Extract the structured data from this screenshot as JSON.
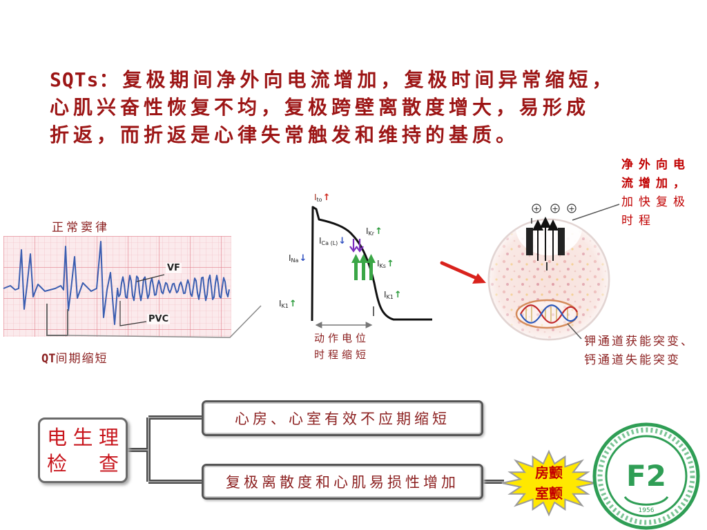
{
  "heading": {
    "prefix": "SQTs",
    "line1": "：复极期间净外向电流增加，复极时间异常缩短，",
    "line2": "心肌兴奋性恢复不均，复极跨壁离散度增大，易形成",
    "line3": "折返，而折返是心律失常触发和维持的基质。"
  },
  "callout_current": {
    "lines_bold": [
      "净外向电",
      "流增加，"
    ],
    "lines": [
      "加快复极",
      "时程"
    ]
  },
  "ecg": {
    "title": "正常窦律",
    "vf_label": "VF",
    "pvc_label": "PVC",
    "qt_prefix": "QT",
    "qt_text": "间期缩短"
  },
  "action_potential": {
    "currents": {
      "ito": {
        "main": "I",
        "sub": "to",
        "arrow": "↑"
      },
      "ical": {
        "main": "I",
        "sub": "Ca (L)",
        "arrow": "↓"
      },
      "ikr": {
        "main": "I",
        "sub": "Kr",
        "arrow": "↑"
      },
      "ina": {
        "main": "I",
        "sub": "Na",
        "arrow": "↓"
      },
      "iks": {
        "main": "I",
        "sub": "Ks",
        "arrow": "↑"
      },
      "ik1_left": {
        "main": "I",
        "sub": "K1",
        "arrow": "↑"
      },
      "ik1_right": {
        "main": "I",
        "sub": "K1",
        "arrow": "↑"
      }
    },
    "caption_lines": [
      "动作电位",
      "时程缩短"
    ]
  },
  "cell": {
    "charges": [
      "+",
      "+",
      "+"
    ],
    "caption_lines": [
      "钾通道获能突变、",
      "钙通道失能突变"
    ]
  },
  "exam": {
    "title_lines": [
      "电生理",
      "检查"
    ],
    "findings": [
      "心房、心室有效不应期缩短",
      "复极离散度和心肌易损性增加"
    ],
    "outcome_lines": [
      "房颤",
      "室颤"
    ]
  },
  "logo": {
    "mark": "F2",
    "year": "1956"
  },
  "icons": {
    "pointer_arrow": "red-arrow-icon",
    "outcome_burst": "starburst-icon",
    "hospital_logo": "hospital-seal-icon"
  },
  "colors": {
    "heading_text": "#9c1515",
    "accent_red": "#c00000",
    "ecg_wave": "#3a5db0",
    "ecg_grid": "#e17f8c",
    "potassium_arrow": "#2a9a3a",
    "calcium_arrow": "#7b2dbd",
    "burst_fill": "#ffe800",
    "logo_green": "#2f9e55"
  }
}
